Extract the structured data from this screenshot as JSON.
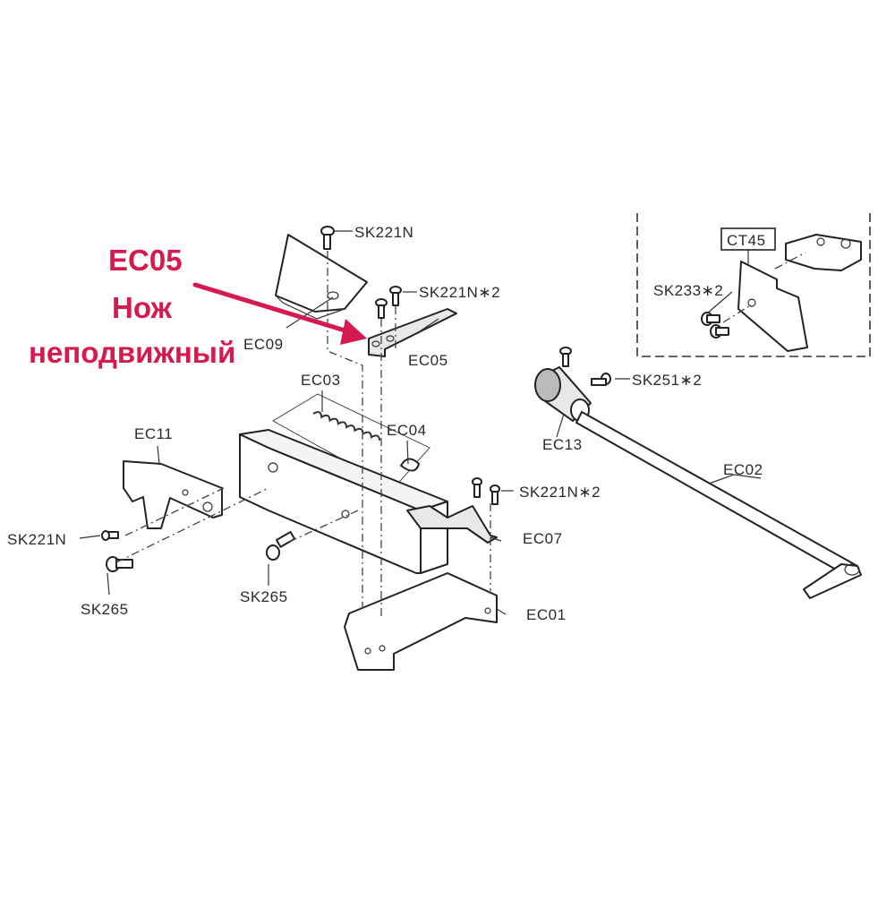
{
  "annotation": {
    "code": "EC05",
    "line1": "Нож",
    "line2": "неподвижный",
    "color": "#d6194f"
  },
  "parts": {
    "sk221n_top": "SK221N",
    "sk221n2_top": "SK221N∗2",
    "ec09": "EC09",
    "ec05": "EC05",
    "ec03": "EC03",
    "ec04": "EC04",
    "ec11": "EC11",
    "sk221n_left": "SK221N",
    "sk265_left": "SK265",
    "sk265_mid": "SK265",
    "sk221n2_mid": "SK221N∗2",
    "ec07": "EC07",
    "ec01": "EC01",
    "ec13": "EC13",
    "sk251": "SK251∗2",
    "ec02": "EC02",
    "ct45": "CT45",
    "sk233": "SK233∗2"
  }
}
